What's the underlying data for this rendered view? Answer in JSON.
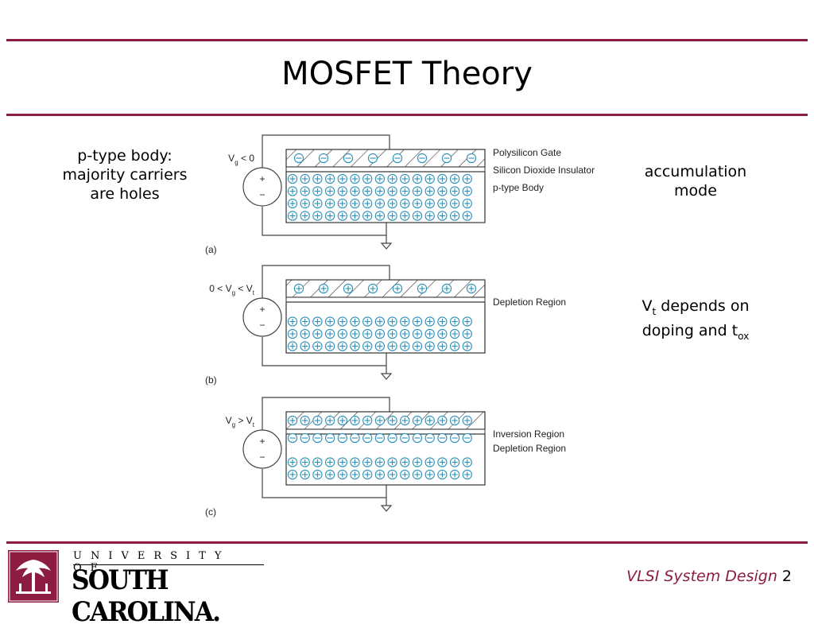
{
  "slide": {
    "title": "MOSFET Theory",
    "left_note": [
      "p-type body:",
      "majority carriers",
      "are holes"
    ],
    "right_note_a": [
      "accumulation",
      "mode"
    ],
    "right_note_b": {
      "line1_main": "V",
      "line1_sub": "t",
      "line1_rest": " depends on",
      "line2_main": "doping and t",
      "line2_sub": "ox"
    }
  },
  "diagram": {
    "panels": [
      {
        "id": "a",
        "caption": "(a)",
        "voltage": {
          "pre": "",
          "main": "V",
          "sub": "g",
          "post": " < 0",
          "post_sub": "",
          "post_tail": ""
        },
        "gate_charge": "minus",
        "labels": [
          "Polysilicon Gate",
          "Silicon Dioxide Insulator",
          "p-type Body"
        ],
        "body_top_charge": "plus"
      },
      {
        "id": "b",
        "caption": "(b)",
        "voltage": {
          "pre": "0 < ",
          "main": "V",
          "sub": "g",
          "post": " < V",
          "post_sub": "t",
          "post_tail": ""
        },
        "gate_charge": "plus",
        "labels": [
          "Depletion Region"
        ],
        "body_top_charge": "none"
      },
      {
        "id": "c",
        "caption": "(c)",
        "voltage": {
          "pre": "",
          "main": "V",
          "sub": "g",
          "post": " > V",
          "post_sub": "t",
          "post_tail": ""
        },
        "gate_charge": "plus_dense",
        "labels": [
          "Inversion Region",
          "Depletion Region"
        ],
        "body_top_charge": "minus"
      }
    ],
    "source_symbols": {
      "plus": "+",
      "minus": "−"
    }
  },
  "footer": {
    "course": "VLSI System Design",
    "page": "2",
    "logo_top": "UNIVERSITY OF",
    "logo_main": "SOUTH CAROLINA."
  },
  "colors": {
    "accent": "#8c1d40",
    "charge": "#2a8fb8"
  }
}
